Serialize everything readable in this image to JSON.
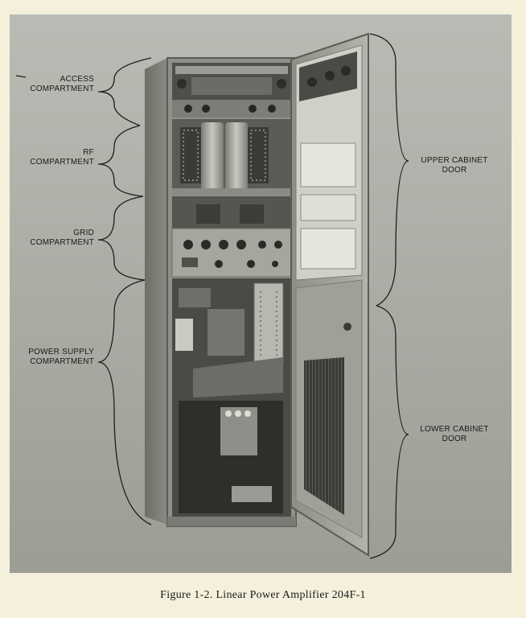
{
  "labels": {
    "access": [
      "ACCESS",
      "COMPARTMENT"
    ],
    "rf": [
      "RF",
      "COMPARTMENT"
    ],
    "grid": [
      "GRID",
      "COMPARTMENT"
    ],
    "power_supply": [
      "POWER SUPPLY",
      "COMPARTMENT"
    ],
    "upper_door": [
      "UPPER CABINET",
      "DOOR"
    ],
    "lower_door": [
      "LOWER CABINET",
      "DOOR"
    ]
  },
  "caption": "Figure 1-2.  Linear Power Amplifier 204F-1"
}
